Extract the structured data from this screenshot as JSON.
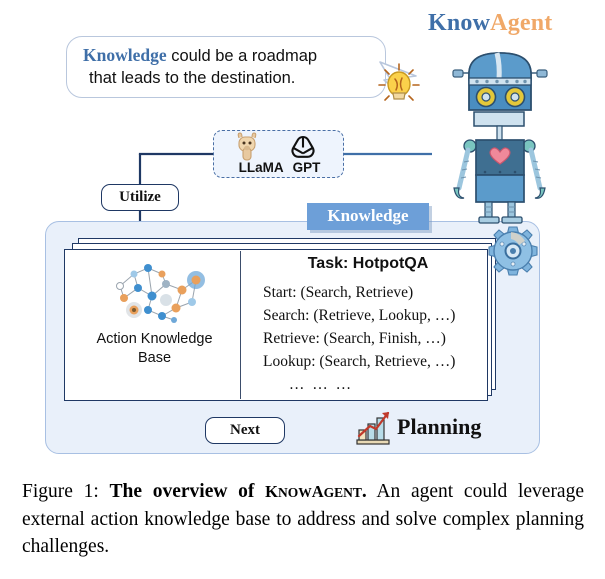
{
  "logo": {
    "part1": "Know",
    "part2": "Agent"
  },
  "bubble": {
    "highlight": "Knowledge",
    "line1_rest": " could be a roadmap",
    "line2": "that leads to  the destination.",
    "bulb_icon": "lightbulb-icon"
  },
  "llm_box": {
    "llama_label": "LLaMA",
    "gpt_label": "GPT",
    "llama_icon": "llama-icon",
    "gpt_icon": "openai-gpt-icon"
  },
  "flow": {
    "utilize_label": "Utilize",
    "next_label": "Next",
    "planning_label": "Planning",
    "planning_icon": "bar-chart-growth-icon"
  },
  "panel": {
    "banner_label": "Knowledge",
    "gear_icon": "gear-icon",
    "left_pane": {
      "graph_icon": "knowledge-graph-icon",
      "label_line1": "Action Knowledge",
      "label_line2": "Base"
    },
    "right_pane": {
      "task_title": "Task:  HotpotQA",
      "rules": [
        "Start: (Search, Retrieve)",
        "Search: (Retrieve, Lookup, …)",
        "Retrieve: (Search, Finish, …)",
        "Lookup: (Search, Retrieve, …)"
      ],
      "ellipsis": "… … …"
    }
  },
  "robot": {
    "icon": "robot-mascot-icon"
  },
  "caption": {
    "prefix": "Figure 1: ",
    "bold_lead": "The overview of ",
    "bold_name": "KnowAgent",
    "bold_period": ".",
    "rest": " An agent could leverage external action knowledge base to address and solve complex planning challenges."
  },
  "colors": {
    "brand_blue": "#3f6fa8",
    "brand_orange": "#f0a868",
    "panel_fill": "#e9f0fa",
    "panel_border": "#a8c0e3",
    "banner_blue": "#6d9fd8",
    "line_navy": "#1f3864"
  }
}
